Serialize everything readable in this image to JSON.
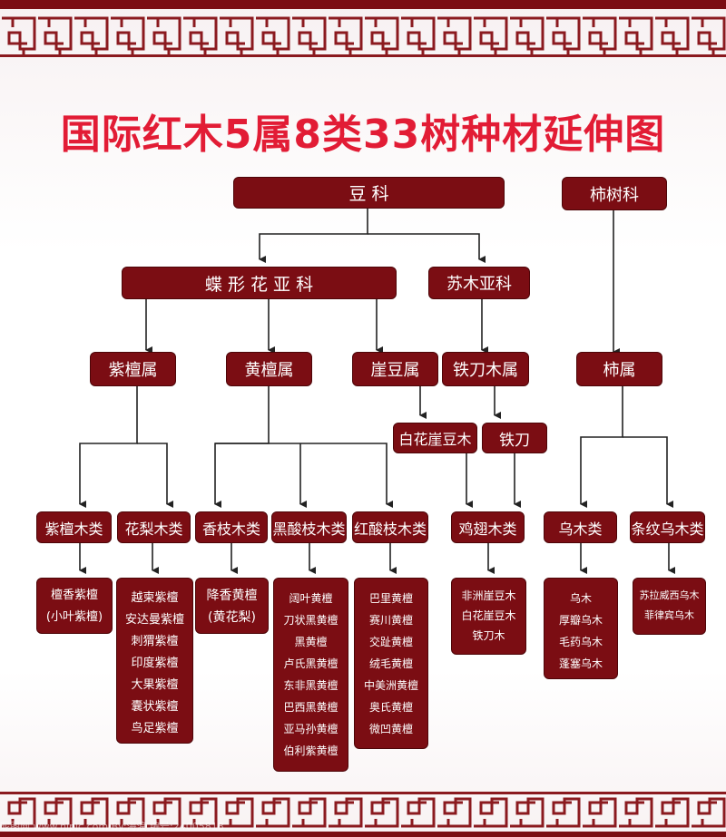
{
  "title": "国际红木5属8类33树种材延伸图",
  "colors": {
    "title": "#e21c35",
    "node_fill": "#7b0d13",
    "line": "#222222",
    "frieze": "#8b1a1f"
  },
  "nodes": {
    "douke": "豆 科",
    "shishuke": "柿树科",
    "diexing": "蝶 形 花 亚 科",
    "sumu": "苏木亚科",
    "zitanshu": "紫檀属",
    "huangtanshu": "黄檀属",
    "yadoushu": "崖豆属",
    "tiedaomushu": "铁刀木属",
    "shishu": "柿属",
    "baihua": "白花崖豆木",
    "tiedao": "铁刀",
    "zitanmulei": "紫檀木类",
    "hualimulei": "花梨木类",
    "xiangzhimulei": "香枝木类",
    "heisuanzhi": "黑酸枝木类",
    "hongsuanzhi": "红酸枝木类",
    "jichimulei": "鸡翅木类",
    "wumulei": "乌木类",
    "tiaowenwumu": "条纹乌木类"
  },
  "leaves": {
    "zitan": [
      "檀香紫檀",
      "(小叶紫檀)"
    ],
    "huali": [
      "越柬紫檀",
      "安达曼紫檀",
      "刺猬紫檀",
      "印度紫檀",
      "大果紫檀",
      "囊状紫檀",
      "鸟足紫檀"
    ],
    "xiangzhi": [
      "降香黄檀",
      "(黄花梨)"
    ],
    "heisuan": [
      "阔叶黄檀",
      "刀状黑黄檀",
      "黑黄檀",
      "卢氏黑黄檀",
      "东非黑黄檀",
      "巴西黑黄檀",
      "亚马孙黄檀",
      "伯利紫黄檀"
    ],
    "hongsuan": [
      "巴里黄檀",
      "赛川黄檀",
      "交趾黄檀",
      "绒毛黄檀",
      "中美洲黄檀",
      "奥氏黄檀",
      "微凹黄檀"
    ],
    "jichi": [
      "非洲崖豆木",
      "白花崖豆木",
      "铁刀木"
    ],
    "wumu": [
      "乌木",
      "厚瓣乌木",
      "毛药乌木",
      "蓬塞乌木"
    ],
    "tiaowen": [
      "苏拉威西乌木",
      "菲律宾乌木"
    ]
  },
  "watermark": "昵图网 www.nipic.com  By:海浪  编号:24005818"
}
